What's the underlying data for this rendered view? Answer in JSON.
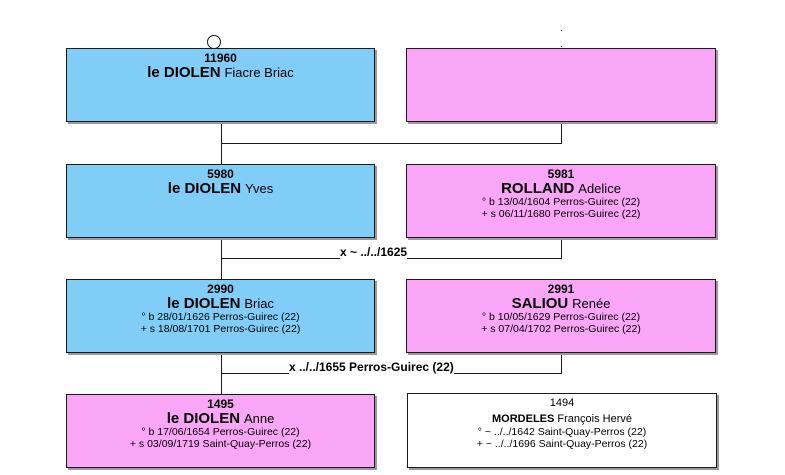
{
  "persons": {
    "p11960": {
      "num": "11960",
      "surname": "le DIOLEN",
      "given": "Fiacre Briac",
      "events": []
    },
    "p11961": {
      "num": "",
      "surname": "",
      "given": "",
      "events": []
    },
    "p5980": {
      "num": "5980",
      "surname": "le DIOLEN",
      "given": "Yves",
      "events": []
    },
    "p5981": {
      "num": "5981",
      "surname": "ROLLAND",
      "given": "Adelice",
      "events": [
        "° b 13/04/1604 Perros-Guirec (22)",
        "+ s 06/11/1680 Perros-Guirec (22)"
      ]
    },
    "p2990": {
      "num": "2990",
      "surname": "le DIOLEN",
      "given": "Briac",
      "events": [
        "° b 28/01/1626 Perros-Guirec (22)",
        "+ s 18/08/1701 Perros-Guirec (22)"
      ]
    },
    "p2991": {
      "num": "2991",
      "surname": "SALIOU",
      "given": "Renée",
      "events": [
        "° b 10/05/1629 Perros-Guirec (22)",
        "+ s 07/04/1702 Perros-Guirec (22)"
      ]
    },
    "p1495": {
      "num": "1495",
      "surname": "le DIOLEN",
      "given": "Anne",
      "events": [
        "° b 17/06/1654 Perros-Guirec (22)",
        "+ s 03/09/1719 Saint-Quay-Perros (22)"
      ]
    },
    "p1494": {
      "num": "1494",
      "surname": "MORDELES",
      "given": "François Hervé",
      "events": [
        "° ~ ../../1642 Saint-Quay-Perros (22)",
        "+ ~ ../../1696 Saint-Quay-Perros (22)"
      ]
    }
  },
  "marriages": {
    "m1": "x ~ ../../1625",
    "m2": "x ../../1655 Perros-Guirec (22)"
  },
  "colors": {
    "male": "#80cdf8",
    "female": "#f9a6f6",
    "unknown": "#ffffff",
    "line": "#1a1a1a"
  }
}
